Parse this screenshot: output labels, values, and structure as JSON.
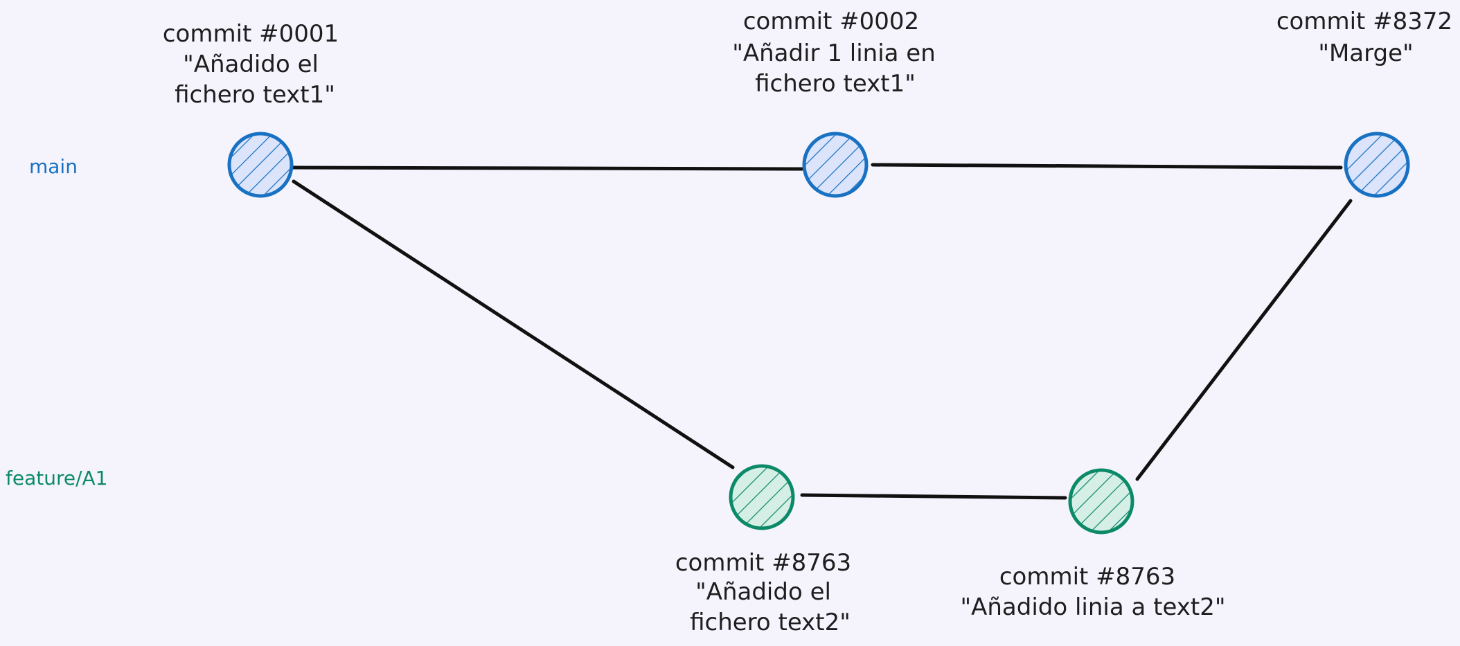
{
  "branches": {
    "main": "main",
    "feature": "feature/A1"
  },
  "colors": {
    "background": "#f5f4fd",
    "main": "#1971c2",
    "main_fill": "#dbe4fb",
    "feature": "#0c8a68",
    "feature_fill": "#d6efe6",
    "edge": "#111111"
  },
  "commits": {
    "c1": {
      "line1": "commit #0001",
      "line2": "\"Añadido el",
      "line3": "fichero text1\""
    },
    "c2": {
      "line1": "commit #0002",
      "line2": "\"Añadir 1 linia en",
      "line3": "fichero text1\""
    },
    "c3": {
      "line1": "commit #8372",
      "line2": "\"Marge\""
    },
    "c4": {
      "line1": "commit #8763",
      "line2": "\"Añadido el",
      "line3": "fichero text2\""
    },
    "c5": {
      "line1": "commit #8763",
      "line2": "\"Añadido linia a text2\""
    }
  }
}
